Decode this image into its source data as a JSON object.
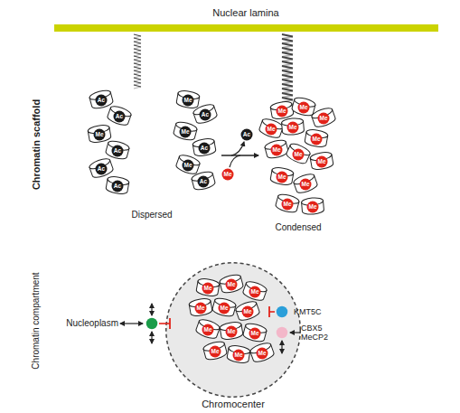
{
  "diagram": {
    "nodes": [
      {
        "text": [
          "Nucleoplasm"
        ]
      },
      {
        "text": [
          "Chromocenter"
        ]
      },
      {
        "text": [
          "KMT5C"
        ],
        "in": 1
      },
      {
        "text": [
          "CBX5 MeCP2"
        ],
        "in": 1
      }
    ],
    "labels": [
      "Nuclear lamina",
      "Chromatin scaffold",
      "Ac",
      "Ac",
      "Me",
      "Ac",
      "Ac",
      "Ac",
      "Me",
      "Ac",
      "Me",
      "Ac",
      "Me",
      "Ac",
      "Ac",
      "Me",
      "Me",
      "Me",
      "Me",
      "Me",
      "Me",
      "Me",
      "Me",
      "Me",
      "Me",
      "Me",
      "Me",
      "Me",
      "Me",
      "Dispersed",
      "Condensed",
      "Chromatin compartment",
      "Me",
      "Me",
      "Me",
      "Me",
      "Me",
      "Me",
      "Me",
      "Me",
      "Me",
      "Me",
      "Me",
      "Me"
    ]
  }
}
